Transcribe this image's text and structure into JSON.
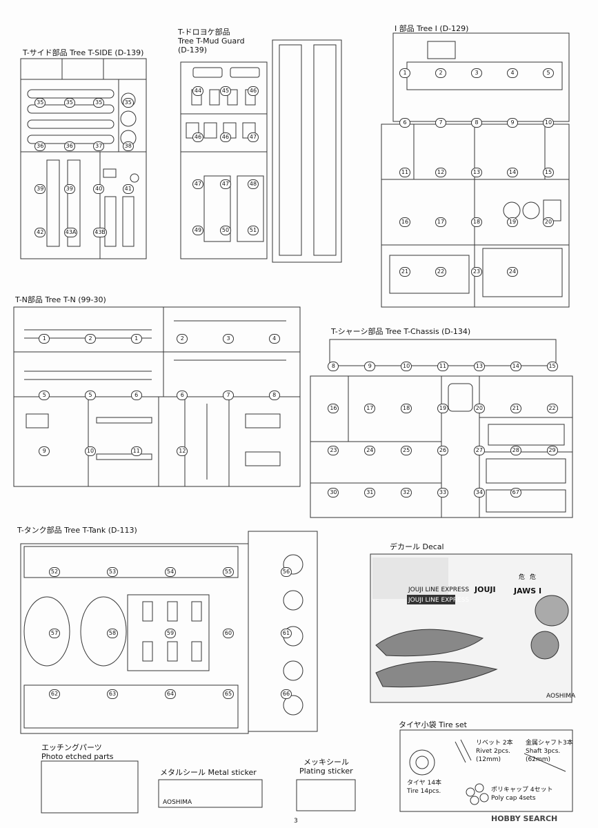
{
  "trees": {
    "side": {
      "title": "T-サイド部品 Tree T-SIDE (D-139)"
    },
    "mud": {
      "title_1": "T-ドロヨケ部品",
      "title_2": "Tree T-Mud Guard",
      "title_3": "(D-139)"
    },
    "tree_i": {
      "title": "I 部品 Tree I (D-129)"
    },
    "tree_n": {
      "title": "T-N部品 Tree T-N (99-30)"
    },
    "chassis": {
      "title": "T-シャーシ部品 Tree T-Chassis (D-134)"
    },
    "tank": {
      "title": "T-タンク部品 Tree T-Tank (D-113)"
    }
  },
  "decal": {
    "title": "デカール Decal",
    "sheet_text": [
      "JOUJI LINE EXPRESS",
      "JOUJI LINE EXPRESS",
      "JOUJI",
      "JAWS I",
      "危",
      "危"
    ],
    "brand": "AOSHIMA"
  },
  "tire_set": {
    "title": "タイヤ小袋 Tire set",
    "tire_1": "タイヤ 14本",
    "tire_2": "Tire 14pcs.",
    "rivet_1": "リベット 2本",
    "rivet_2": "Rivet 2pcs.",
    "rivet_3": "(12mm)",
    "shaft_1": "金属シャフト3本",
    "shaft_2": "Shaft 3pcs.",
    "shaft_3": "(62mm)",
    "cap_1": "ポリキャップ 4セット",
    "cap_2": "Poly cap 4sets"
  },
  "etched": {
    "title_1": "エッチングパーツ",
    "title_2": "Photo etched parts"
  },
  "metal_sticker": {
    "title": "メタルシール Metal sticker",
    "brand": "AOSHIMA"
  },
  "plating": {
    "title_1": "メッキシール",
    "title_2": "Plating sticker"
  },
  "page_number": "3",
  "watermark": "HOBBY SEARCH",
  "part_numbers": {
    "side": [
      "35",
      "35",
      "35",
      "35",
      "36",
      "36",
      "37",
      "38",
      "39",
      "39",
      "40",
      "41",
      "42",
      "43A",
      "43B"
    ],
    "mud": [
      "44",
      "45",
      "46",
      "46",
      "46",
      "47",
      "47",
      "47",
      "48",
      "49",
      "50",
      "51"
    ],
    "tree_i": [
      "1",
      "2",
      "3",
      "4",
      "5",
      "6",
      "7",
      "8",
      "9",
      "10",
      "11",
      "12",
      "13",
      "14",
      "15",
      "16",
      "17",
      "18",
      "19",
      "20",
      "21",
      "22",
      "23",
      "24"
    ],
    "tree_n": [
      "1",
      "2",
      "1",
      "2",
      "3",
      "4",
      "5",
      "5",
      "6",
      "6",
      "7",
      "8",
      "9",
      "10",
      "11",
      "12"
    ],
    "chassis": [
      "8",
      "9",
      "10",
      "11",
      "13",
      "14",
      "15",
      "16",
      "17",
      "18",
      "19",
      "20",
      "21",
      "22",
      "23",
      "24",
      "25",
      "26",
      "27",
      "28",
      "29",
      "30",
      "31",
      "32",
      "33",
      "34",
      "67"
    ],
    "tank": [
      "52",
      "53",
      "54",
      "55",
      "56",
      "57",
      "58",
      "59",
      "60",
      "61",
      "62",
      "63",
      "64",
      "65",
      "66"
    ]
  }
}
